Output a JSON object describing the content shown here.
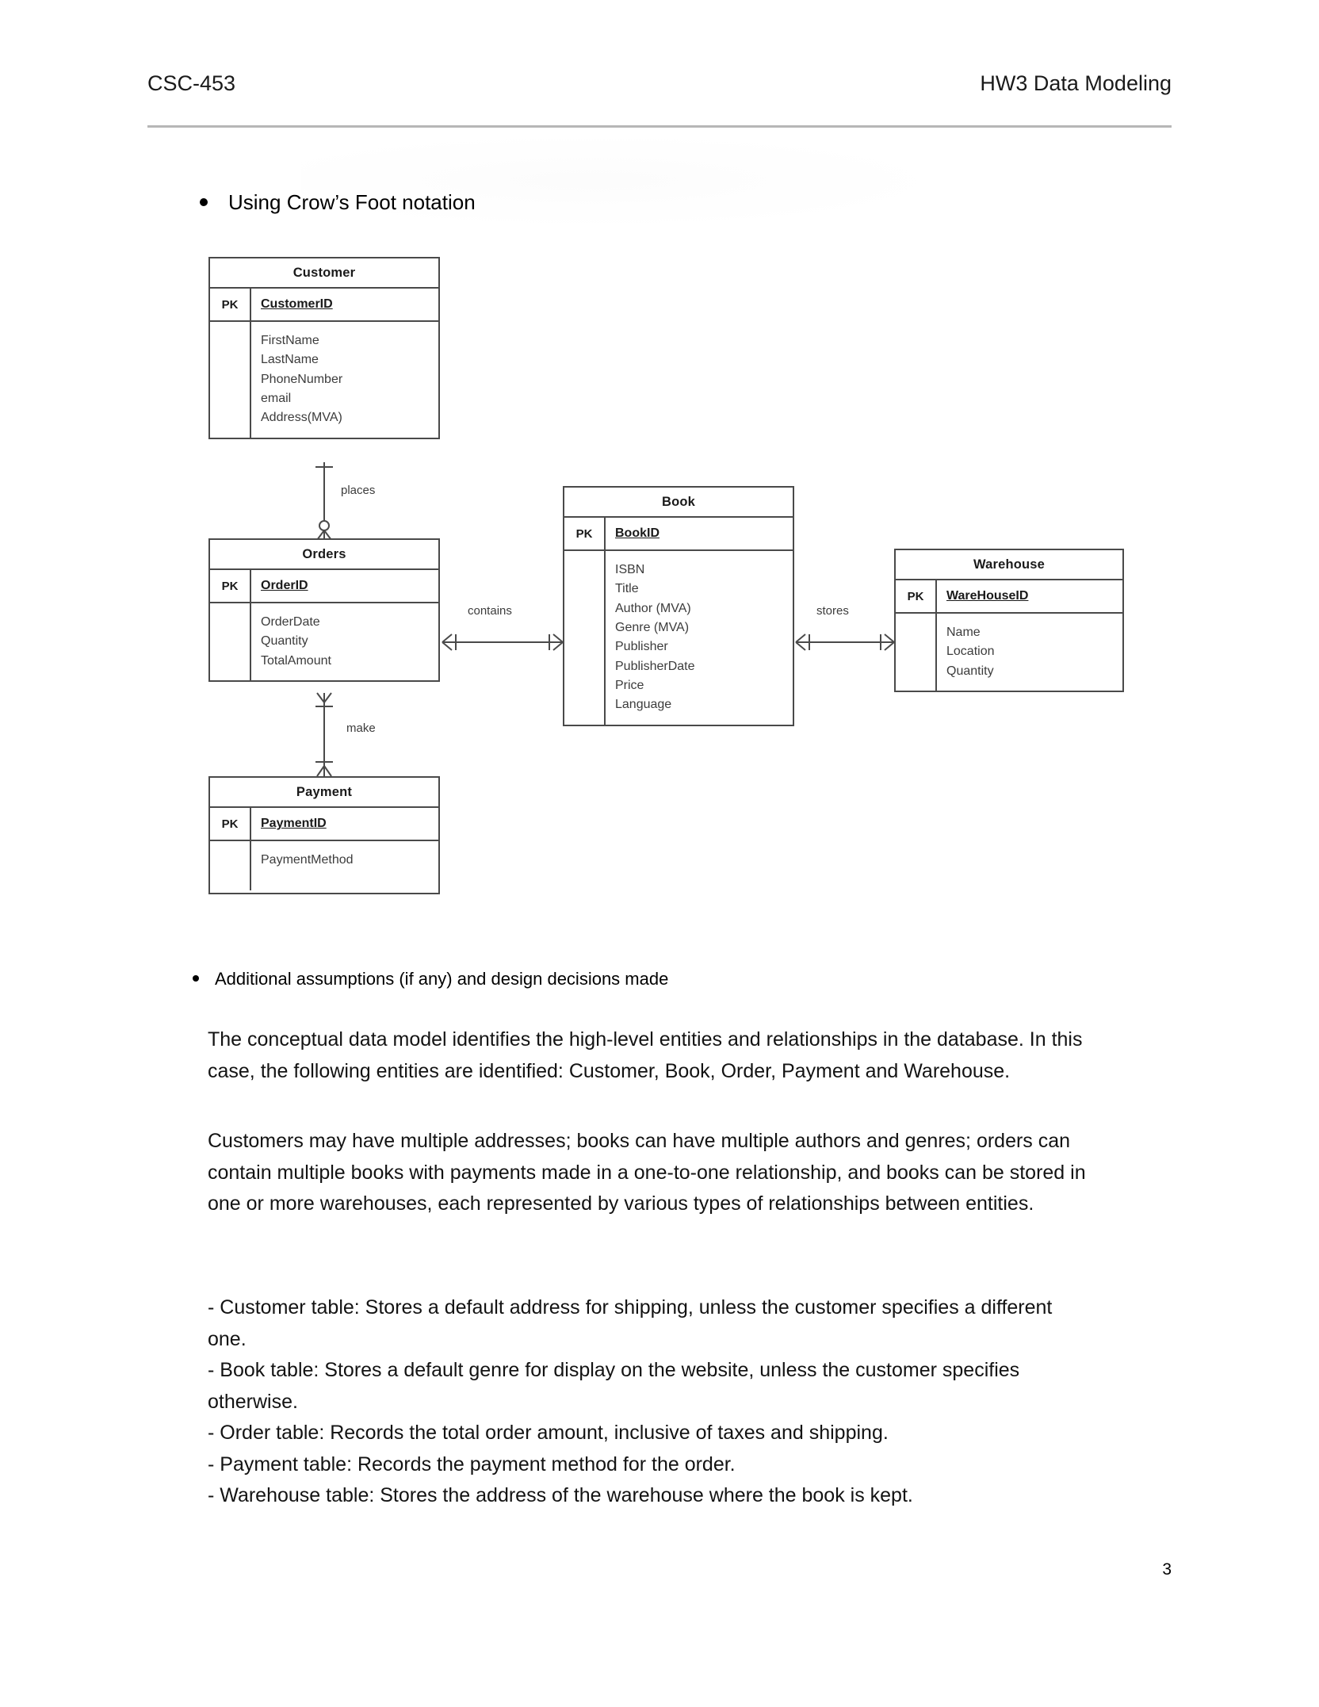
{
  "header": {
    "course": "CSC-453",
    "assignment": "HW3 Data Modeling"
  },
  "bullets": {
    "crows_foot": "Using Crow’s Foot notation",
    "assumptions": "Additional assumptions (if any) and design decisions made"
  },
  "erd": {
    "entities": [
      {
        "name": "Customer",
        "pk_label": "PK",
        "pk": "CustomerID",
        "attributes": [
          "FirstName",
          "LastName",
          "PhoneNumber",
          "email",
          "Address(MVA)"
        ]
      },
      {
        "name": "Orders",
        "pk_label": "PK",
        "pk": "OrderID",
        "attributes": [
          "OrderDate",
          "Quantity",
          "TotalAmount"
        ]
      },
      {
        "name": "Payment",
        "pk_label": "PK",
        "pk": "PaymentID",
        "attributes": [
          "PaymentMethod"
        ]
      },
      {
        "name": "Book",
        "pk_label": "PK",
        "pk": "BookID",
        "attributes": [
          "ISBN",
          "Title",
          "Author (MVA)",
          "Genre (MVA)",
          "Publisher",
          "PublisherDate",
          "Price",
          "Language"
        ]
      },
      {
        "name": "Warehouse",
        "pk_label": "PK",
        "pk": "WareHouseID",
        "attributes": [
          "Name",
          "Location",
          "Quantity"
        ]
      }
    ],
    "relationships": [
      {
        "label": "places",
        "from": "Customer",
        "to": "Orders"
      },
      {
        "label": "make",
        "from": "Orders",
        "to": "Payment"
      },
      {
        "label": "contains",
        "from": "Orders",
        "to": "Book"
      },
      {
        "label": "stores",
        "from": "Book",
        "to": "Warehouse"
      }
    ]
  },
  "body": {
    "paragraph_1": "The conceptual data model identifies the high-level entities and relationships in the database. In this case, the following entities are identified: Customer, Book, Order, Payment and Warehouse.",
    "paragraph_2": "Customers may have multiple addresses; books can have multiple authors and genres; orders can contain multiple books with payments made in a one-to-one relationship, and books can be stored in one or more warehouses, each represented by various types of relationships between entities.",
    "design_decisions": [
      "- Customer table: Stores a default address for shipping, unless the customer specifies a different one.",
      "- Book table: Stores a default genre for display on the website, unless the customer specifies otherwise.",
      "- Order table: Records the total order amount, inclusive of taxes and shipping.",
      "- Payment table: Records the payment method for the order.",
      "- Warehouse table: Stores the address of the warehouse where the book is kept."
    ]
  },
  "footer": {
    "page_number": "3"
  },
  "colors": {
    "text": "#131313",
    "rule": "#b7b7b7",
    "entity_border": "#4a4a4a",
    "attribute_text": "#3c3c3c"
  }
}
